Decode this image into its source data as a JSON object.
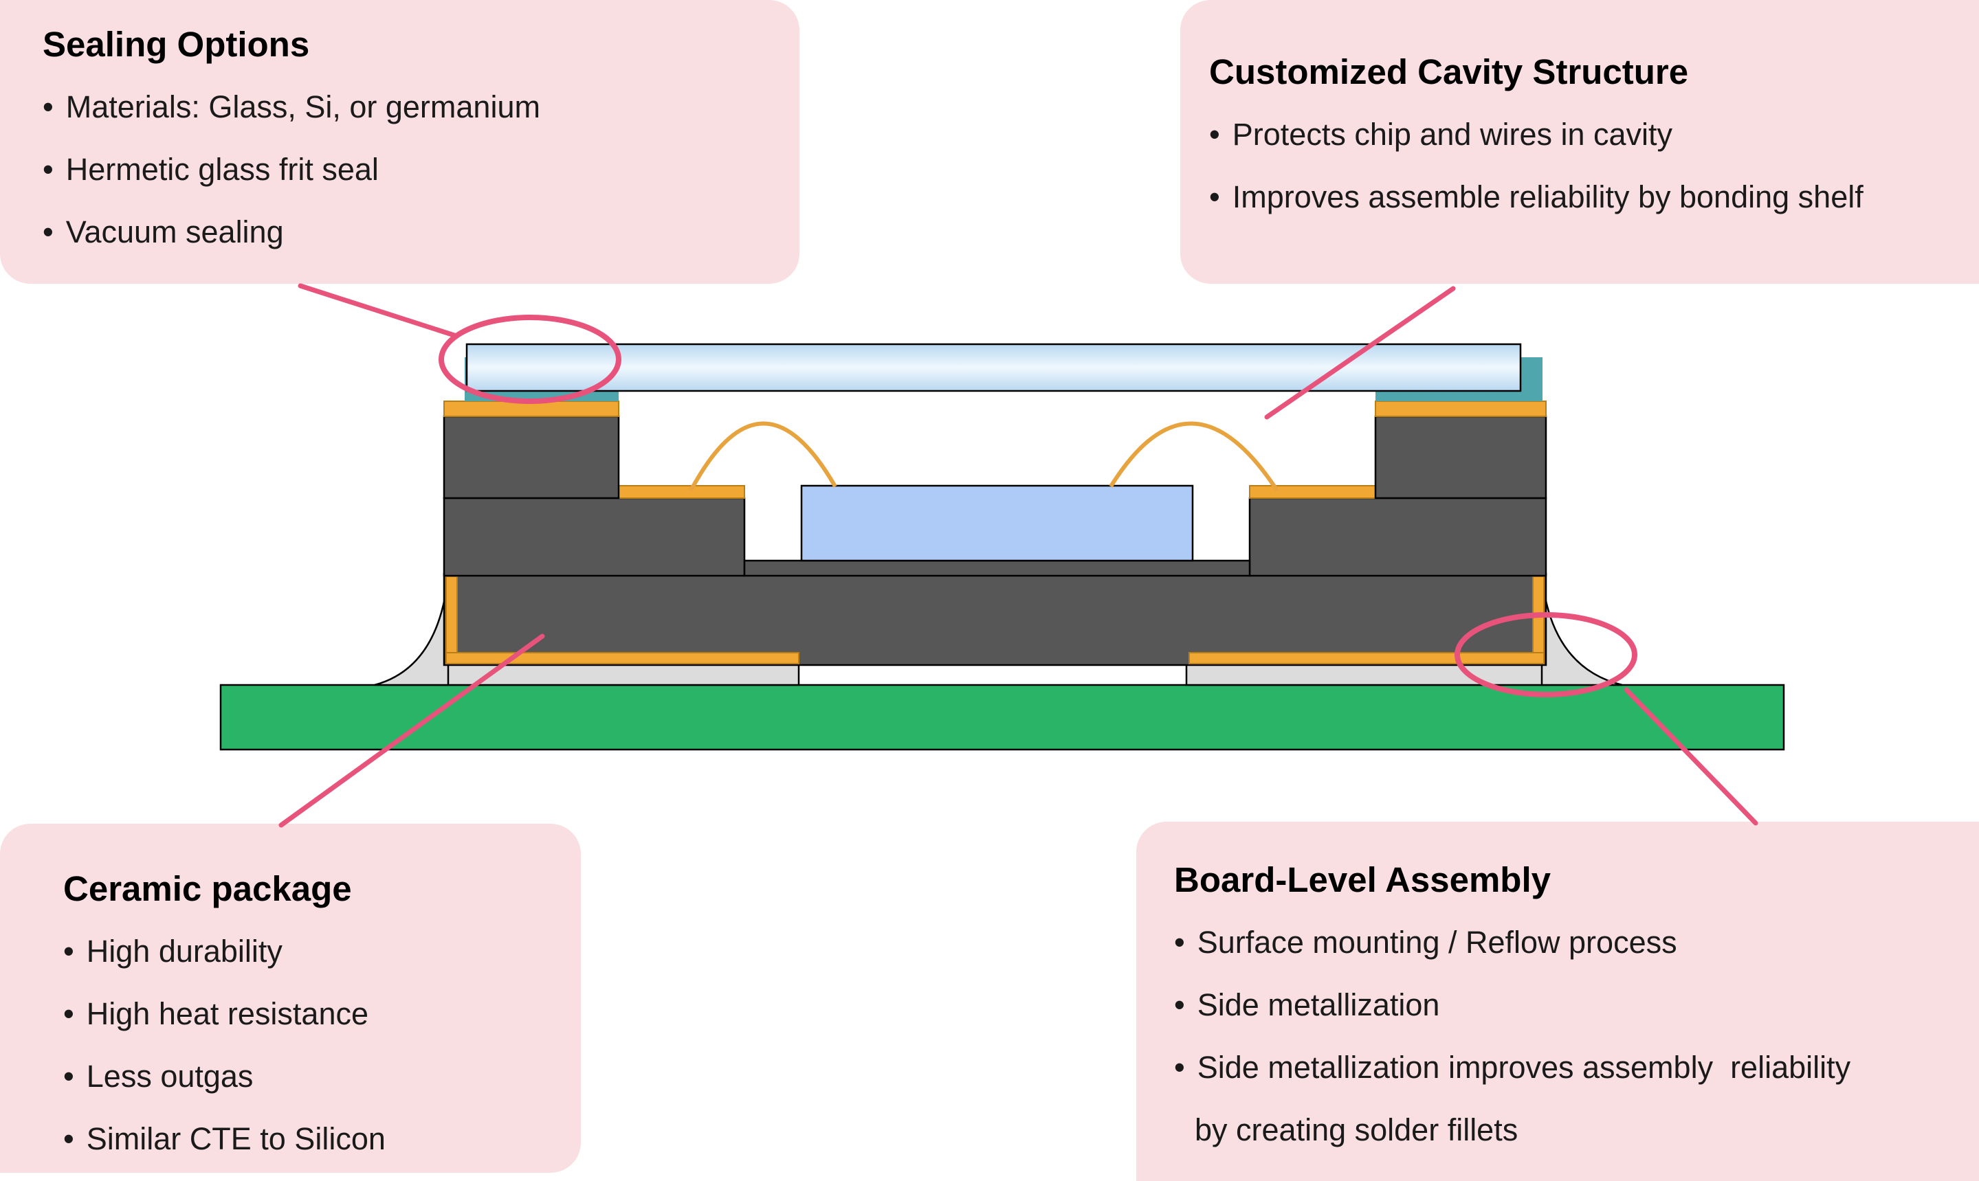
{
  "colors": {
    "callout_bg": "#F9DEE2",
    "annotation_pink": "#E7537B",
    "pcb_green": "#2AB467",
    "ceramic_gray": "#575757",
    "metal_orange": "#F1A733",
    "metal_orange_stroke": "#B97E16",
    "wire_orange": "#E7A33E",
    "seal_teal": "#4FA6AD",
    "chip_blue": "#AECBF7",
    "lid_blue": "#B9D8F0",
    "lid_blue_light": "#F0F8FE",
    "fillet_gray": "#DCDCDC"
  },
  "ui": {
    "bullet": "•"
  },
  "callouts": {
    "sealing": {
      "title": "Sealing Options",
      "items": [
        "Materials: Glass, Si, or germanium",
        "Hermetic glass frit seal",
        "Vacuum sealing"
      ]
    },
    "cavity": {
      "title": "Customized Cavity Structure",
      "items": [
        "Protects chip and wires in cavity",
        "Improves assemble reliability by bonding shelf"
      ]
    },
    "ceramic": {
      "title": "Ceramic package",
      "items": [
        "High durability",
        "High heat resistance",
        "Less outgas",
        "Similar CTE to Silicon"
      ]
    },
    "assembly": {
      "title": "Board-Level Assembly",
      "items": [
        "Surface mounting / Reflow process",
        "Side metallization",
        "Side metallization improves assembly  reliability"
      ],
      "continuation": "by creating solder fillets"
    }
  }
}
